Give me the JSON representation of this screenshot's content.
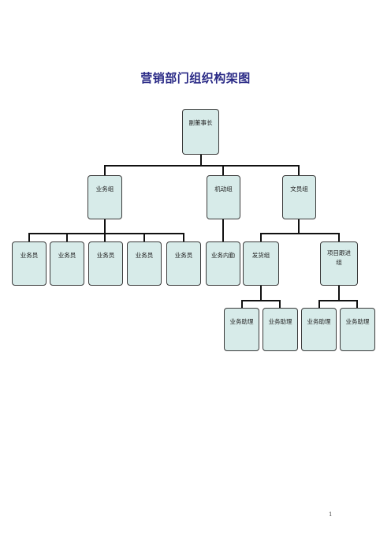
{
  "title": "营销部门组织构架图",
  "page_number": "1",
  "nodes": {
    "root": "副董事长",
    "sales_group": "业务组",
    "mobile_group": "机动组",
    "clerk_group": "文员组",
    "sales_1": "业务员",
    "sales_2": "业务员",
    "sales_3": "业务员",
    "sales_4": "业务员",
    "sales_5": "业务员",
    "sales_internal": "业务内勤",
    "shipping_group": "发货组",
    "project_follow_group": "项目跟进组",
    "assistant_1": "业务助理",
    "assistant_2": "业务助理",
    "assistant_3": "业务助理",
    "assistant_4": "业务助理"
  },
  "colors": {
    "node_fill": "#d7ebe9",
    "node_border": "#3a3a3a",
    "connector": "#111111",
    "title": "#2a2a86"
  }
}
